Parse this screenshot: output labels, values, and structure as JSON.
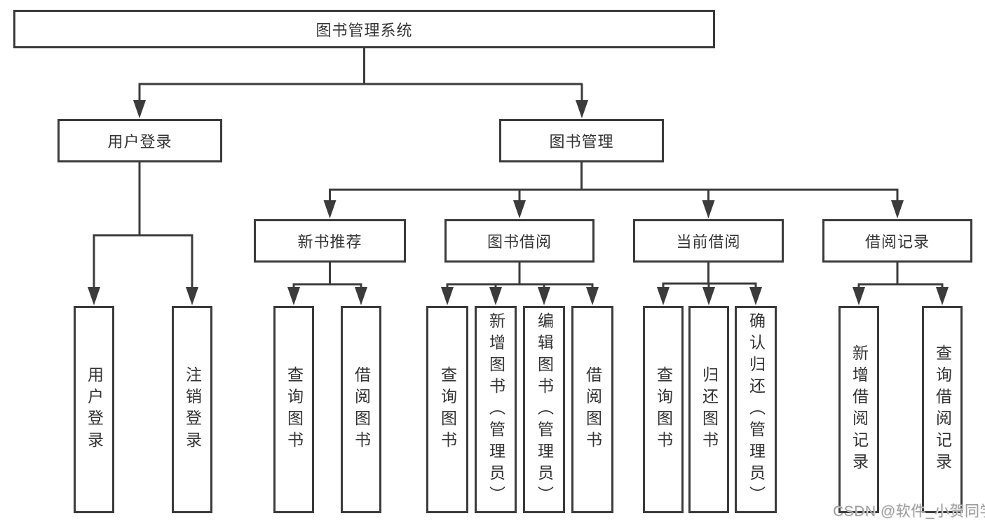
{
  "colors": {
    "line": "#3b3b3b",
    "box_border": "#3b3b3b",
    "text": "#333333",
    "watermark": "#9e9e9e",
    "background": "#ffffff"
  },
  "watermark": "CSDN @软件_小贺同学",
  "tree": {
    "root": {
      "label": "图书管理系统",
      "children": [
        {
          "label": "用户登录",
          "children": [
            {
              "label": "用户登录"
            },
            {
              "label": "注销登录"
            }
          ]
        },
        {
          "label": "图书管理",
          "children": [
            {
              "label": "新书推荐",
              "children": [
                {
                  "label": "查询图书"
                },
                {
                  "label": "借阅图书"
                }
              ]
            },
            {
              "label": "图书借阅",
              "children": [
                {
                  "label": "查询图书"
                },
                {
                  "label": "新增图书（管理员）"
                },
                {
                  "label": "编辑图书（管理员）"
                },
                {
                  "label": "借阅图书"
                }
              ]
            },
            {
              "label": "当前借阅",
              "children": [
                {
                  "label": "查询图书"
                },
                {
                  "label": "归还图书"
                },
                {
                  "label": "确认归还（管理员）"
                }
              ]
            },
            {
              "label": "借阅记录",
              "children": [
                {
                  "label": "新增借阅记录"
                },
                {
                  "label": "查询借阅记录"
                }
              ]
            }
          ]
        }
      ]
    }
  }
}
